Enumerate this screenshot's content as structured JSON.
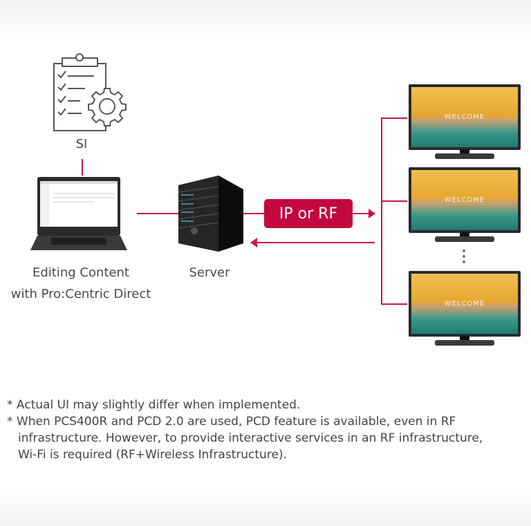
{
  "nodes": {
    "si": {
      "label": "SI",
      "icon": "clipboard-checklist-gear-icon"
    },
    "laptop": {
      "label_line1": "Editing Content",
      "label_line2": "with Pro:Centric Direct",
      "icon": "laptop-icon"
    },
    "server": {
      "label": "Server",
      "icon": "server-tower-icon"
    },
    "link": {
      "label": "IP or RF"
    },
    "displays": [
      {
        "screen_text": "WELCOME"
      },
      {
        "screen_text": "WELCOME"
      },
      {
        "screen_text": "WELCOME"
      }
    ]
  },
  "colors": {
    "accent": "#c3073f",
    "line": "#c8164a",
    "text": "#444444"
  },
  "notes": [
    "* Actual UI may slightly differ when implemented.",
    "* When PCS400R and PCD 2.0 are used, PCD feature is available, even in RF",
    "infrastructure. However, to provide interactive services in an RF infrastructure,",
    "Wi-Fi is required (RF+Wireless Infrastructure)."
  ]
}
